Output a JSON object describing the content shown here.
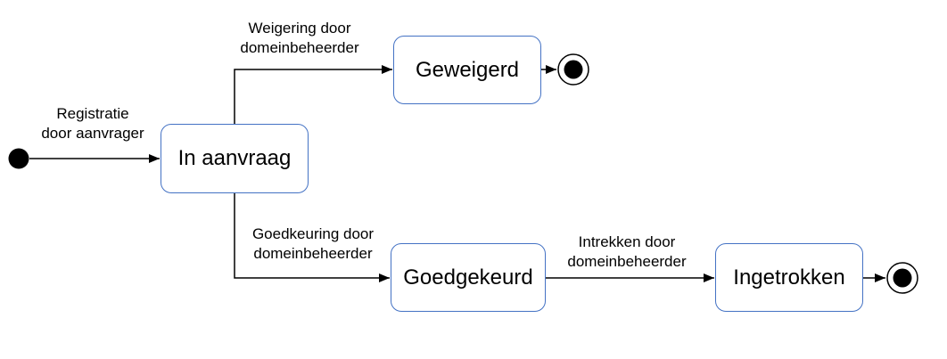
{
  "diagram": {
    "kind": "uml-state-diagram",
    "colors": {
      "node_border": "#4472C4",
      "node_fill": "#FFFFFF",
      "connector": "#000000",
      "text": "#000000",
      "background": "#FFFFFF"
    },
    "initial_state": {
      "shape": "filled-circle"
    },
    "states": {
      "in_aanvraag": {
        "label": "In aanvraag"
      },
      "geweigerd": {
        "label": "Geweigerd"
      },
      "goedgekeurd": {
        "label": "Goedgekeurd"
      },
      "ingetrokken": {
        "label": "Ingetrokken"
      }
    },
    "final_states": [
      {
        "shape": "bullseye",
        "after": "Geweigerd"
      },
      {
        "shape": "bullseye",
        "after": "Ingetrokken"
      }
    ],
    "transitions": {
      "registratie": {
        "label": "Registratie\ndoor aanvrager",
        "from": "initial",
        "to": "In aanvraag"
      },
      "weigering": {
        "label": "Weigering door\ndomeinbeheerder",
        "from": "In aanvraag",
        "to": "Geweigerd"
      },
      "goedkeuring": {
        "label": "Goedkeuring door\ndomeinbeheerder",
        "from": "In aanvraag",
        "to": "Goedgekeurd"
      },
      "intrekken": {
        "label": "Intrekken door\ndomeinbeheerder",
        "from": "Goedgekeurd",
        "to": "Ingetrokken"
      },
      "geweigerd_einde": {
        "label": "",
        "from": "Geweigerd",
        "to": "final"
      },
      "ingetrokken_einde": {
        "label": "",
        "from": "Ingetrokken",
        "to": "final"
      }
    }
  }
}
